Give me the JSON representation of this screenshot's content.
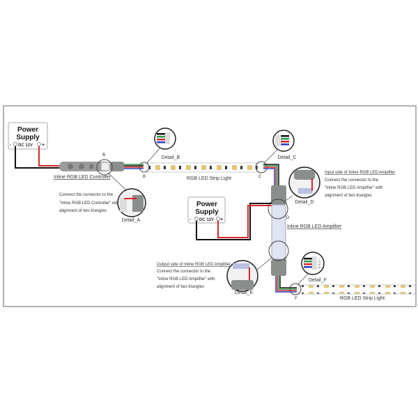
{
  "power_supply_1": {
    "title_line1": "Power",
    "title_line2": "Supply",
    "minus": "-",
    "voltage": "DC 12V",
    "plus": "+"
  },
  "power_supply_2": {
    "title_line1": "Power",
    "title_line2": "Supply",
    "minus": "-",
    "voltage": "DC 12V",
    "plus": "+"
  },
  "controller": {
    "label": "Inline RGB LED Controller",
    "marker": "A",
    "note": [
      "Connect the connector to the",
      "\"Inline RGB LED Controller\" with",
      "alignment of two triangles"
    ]
  },
  "detail_a": "Detail_A",
  "detail_b": "Detail_B",
  "detail_c": "Detail_C",
  "detail_d": "Detail_D",
  "detail_e": "Detail_E",
  "detail_f": "Detail_F",
  "markers": {
    "b": "B",
    "c": "C",
    "d": "D",
    "e": "E",
    "f": "F"
  },
  "strip_1_label": "RGB LED Strip Light",
  "strip_2_label": "RGB LED Strip Light",
  "amplifier_label": "Inline RGB LED Amplifier",
  "input_note": {
    "title": "Input side of Inline RGB LED Amplifier",
    "lines": [
      "Connect the connector to the",
      "\"Inline RGB LED Amplifier\" with",
      "alignment of two triangles"
    ]
  },
  "output_note": {
    "title": "Output side of Inline RGB LED Amplifier",
    "lines": [
      "Connect the connector to the",
      "\"Inline RGB LED Amplifier\"  with",
      "alignment of two triangles"
    ]
  },
  "pin_labels": [
    "+",
    "G",
    "R",
    "B"
  ],
  "colors": {
    "red": "#d8262b",
    "green": "#2e9a4a",
    "blue": "#2b3fbf",
    "black": "#111111",
    "gray": "#8a8f8c"
  }
}
